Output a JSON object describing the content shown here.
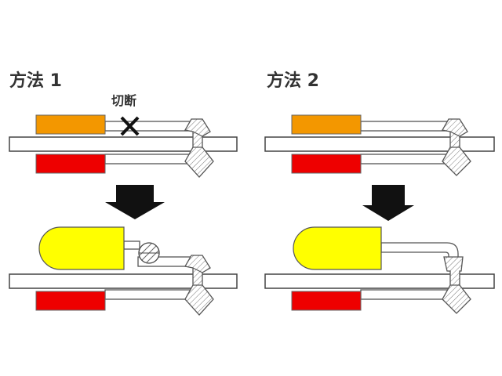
{
  "method1": {
    "title": "方法 1",
    "cut_label": "切断"
  },
  "method2": {
    "title": "方法 2"
  },
  "colors": {
    "orange_component": "#f39700",
    "red_component": "#ee0000",
    "yellow_component": "#ffff00",
    "arrow": "#111111",
    "cut_mark": "#111111",
    "board_outline": "#444444",
    "wire_outline": "#555555"
  }
}
